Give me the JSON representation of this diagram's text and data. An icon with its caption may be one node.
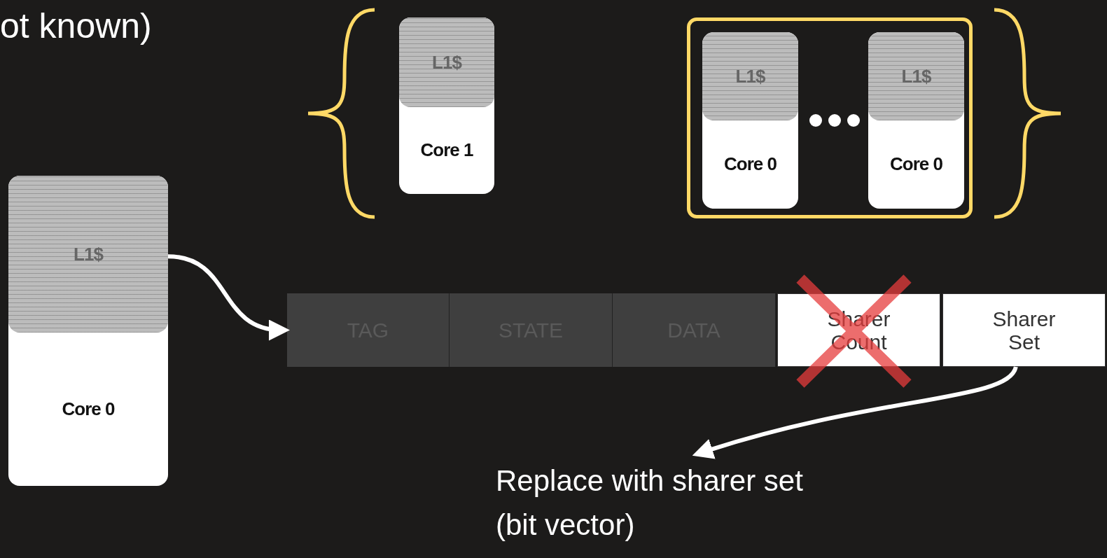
{
  "diagram": {
    "nodes": [
      {
        "text": [
          "L1$",
          "Core 1"
        ]
      },
      {
        "text": [],
        "shape": "box"
      },
      {
        "text": [
          "L1$",
          "Core 0"
        ],
        "in": 1
      },
      {
        "text": [
          "L1$",
          "Core 0"
        ],
        "in": 1
      },
      {
        "text": [
          "L1$",
          "Core 0"
        ]
      },
      {
        "text": [
          "TAG"
        ]
      },
      {
        "text": [
          "STATE"
        ]
      },
      {
        "text": [
          "DATA"
        ]
      },
      {
        "text": [
          "Sharer Count"
        ]
      },
      {
        "text": [
          "Sharer Set"
        ]
      },
      {
        "text": [
          "Replace with sharer set (bit vector)"
        ]
      }
    ],
    "edges": [
      {
        "from": 4,
        "to": 5,
        "arrow": "to"
      },
      {
        "from": 9,
        "to": 10,
        "arrow": "to"
      }
    ],
    "labels": [
      "ot known)"
    ]
  }
}
